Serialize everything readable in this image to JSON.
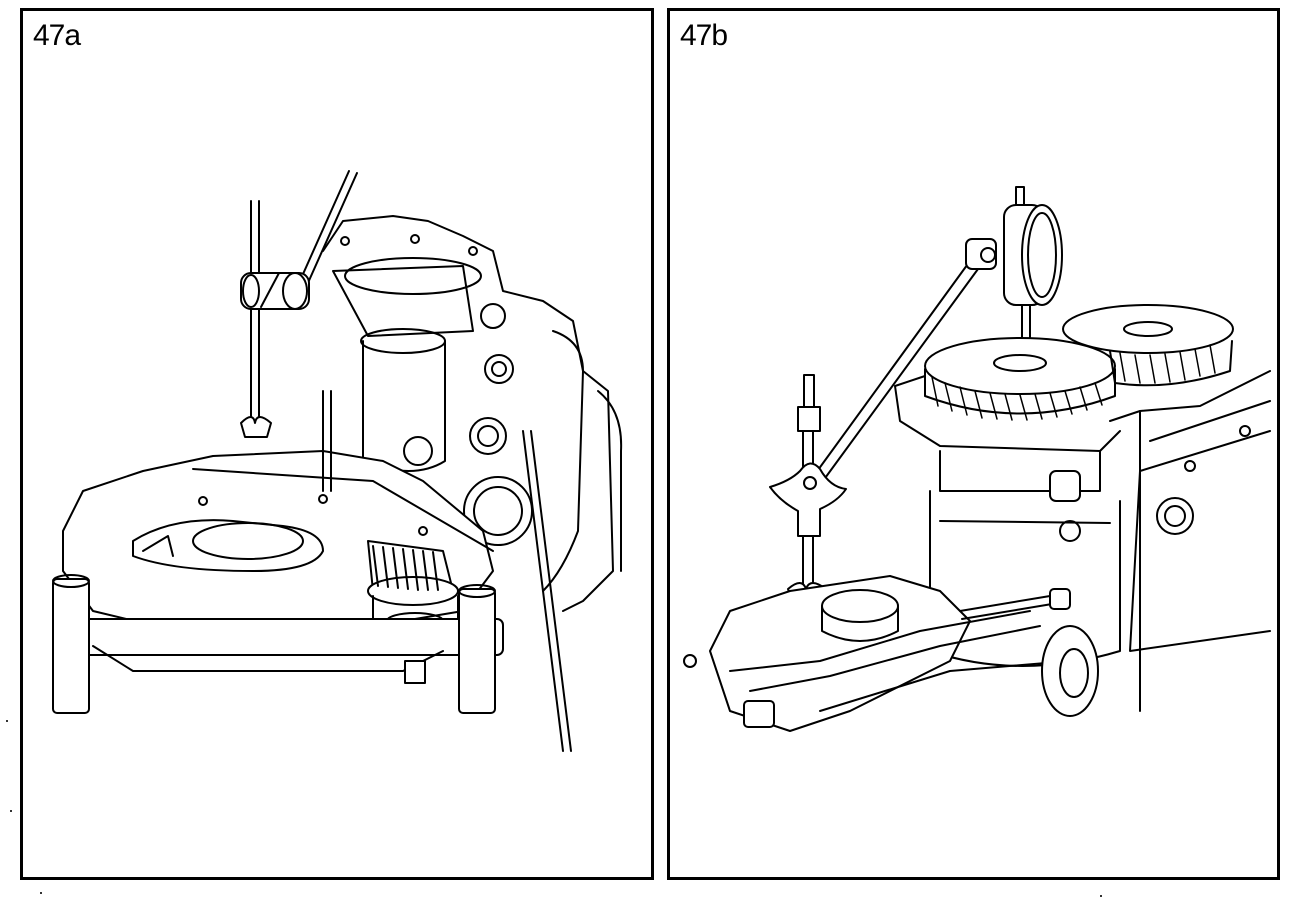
{
  "figures": [
    {
      "id": "a",
      "label": "47a"
    },
    {
      "id": "b",
      "label": "47b"
    }
  ],
  "colors": {
    "line": "#000000",
    "background": "#ffffff"
  }
}
